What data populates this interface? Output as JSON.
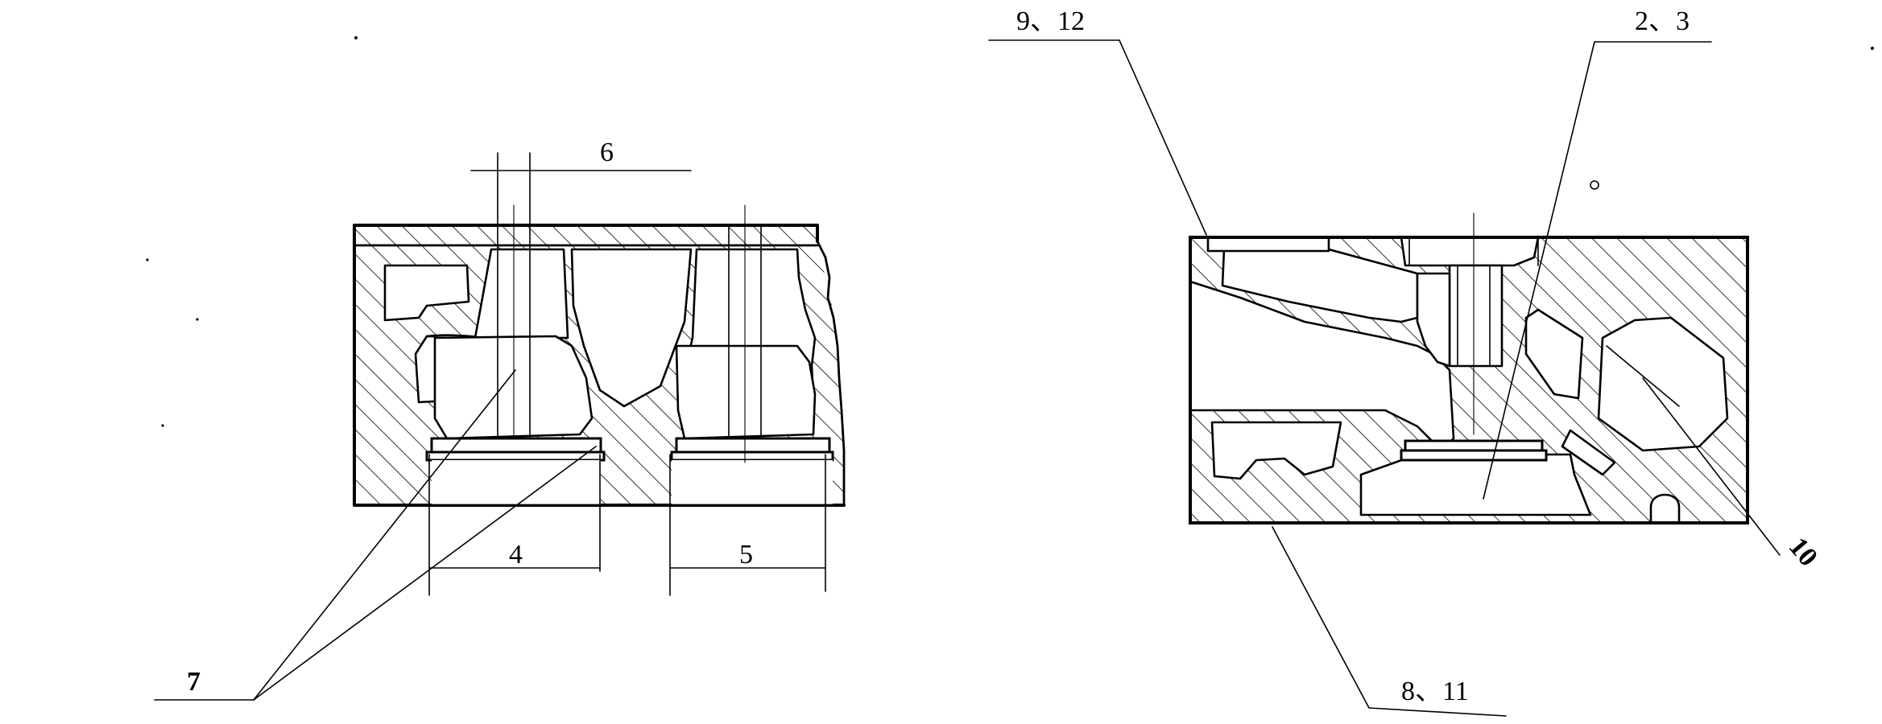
{
  "labels": {
    "left_top": "6",
    "left_dim_a": "4",
    "left_dim_b": "5",
    "left_leader": "7",
    "right_top_left": "9、12",
    "right_top_right": "2、3",
    "right_side": "10",
    "right_bottom": "8、11"
  },
  "colors": {
    "line": "#000000",
    "background": "#ffffff"
  }
}
